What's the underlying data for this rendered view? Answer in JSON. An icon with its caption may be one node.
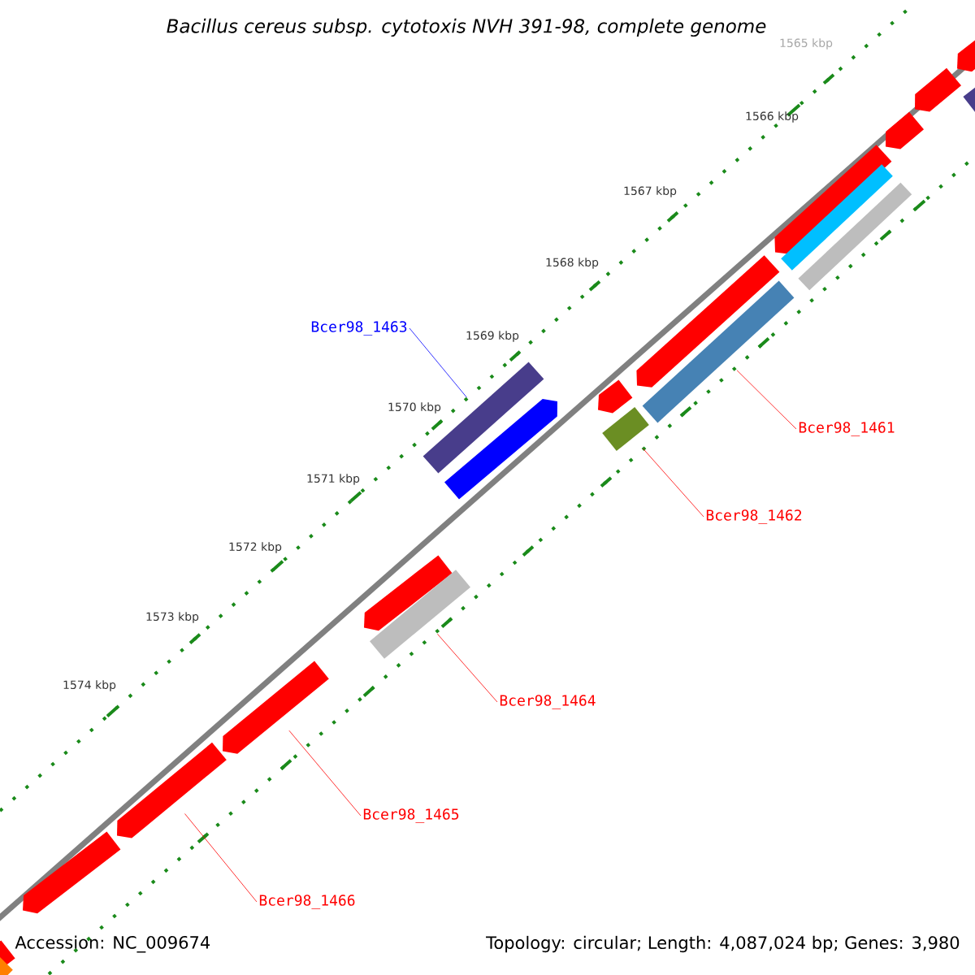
{
  "diagram": {
    "title": "Bacillus cereus subsp. cytotoxis NVH 391-98, complete genome",
    "nodes": [
      {
        "text": [],
        "shape": "bar"
      },
      {
        "text": [],
        "shape": "bar"
      },
      {
        "text": [],
        "shape": "bar"
      },
      {
        "text": [],
        "shape": "bar"
      },
      {
        "text": [],
        "shape": "bar"
      },
      {
        "text": [],
        "shape": "bar"
      },
      {
        "text": [],
        "shape": "bar"
      },
      {
        "text": [],
        "shape": "bar"
      },
      {
        "text": [],
        "shape": "bar"
      },
      {
        "text": [
          "Bcer98_1461"
        ]
      },
      {
        "text": [
          "Bcer98_1463"
        ]
      },
      {
        "text": [],
        "shape": "bar"
      },
      {
        "text": [],
        "shape": "bar"
      },
      {
        "text": [],
        "shape": "bar"
      },
      {
        "text": [],
        "shape": "bar"
      },
      {
        "text": [
          "Bcer98_1462"
        ]
      },
      {
        "text": [],
        "shape": "bar"
      },
      {
        "text": [],
        "shape": "bar"
      },
      {
        "text": [
          "Bcer98_1464"
        ]
      },
      {
        "text": [],
        "shape": "bar"
      },
      {
        "text": [
          "Bcer98_1465"
        ]
      },
      {
        "text": [],
        "shape": "bar"
      },
      {
        "text": [
          "Bcer98_1466"
        ]
      },
      {
        "text": [],
        "shape": "bar"
      },
      {
        "text": [],
        "shape": "bar"
      },
      {
        "text": [],
        "shape": "bar"
      }
    ],
    "edges": [
      {
        "from": 10,
        "to": 11,
        "arrow": "none",
        "color": "#0000ff"
      },
      {
        "from": 9,
        "to": 8,
        "arrow": "none"
      },
      {
        "from": 15,
        "to": 14,
        "arrow": "none"
      },
      {
        "from": 18,
        "to": 17,
        "arrow": "none"
      },
      {
        "from": 20,
        "to": 19,
        "arrow": "none"
      },
      {
        "from": 22,
        "to": 21,
        "arrow": "none"
      }
    ],
    "labels": [
      "1565 kbp",
      "1566 kbp",
      "1567 kbp",
      "1568 kbp",
      "1569 kbp",
      "1570 kbp",
      "1571 kbp",
      "1572 kbp",
      "1573 kbp",
      "1574 kbp",
      "Accession: NC_009674",
      "Topology: circular; Length: 4,087,024 bp; Genes: 3,980"
    ]
  }
}
